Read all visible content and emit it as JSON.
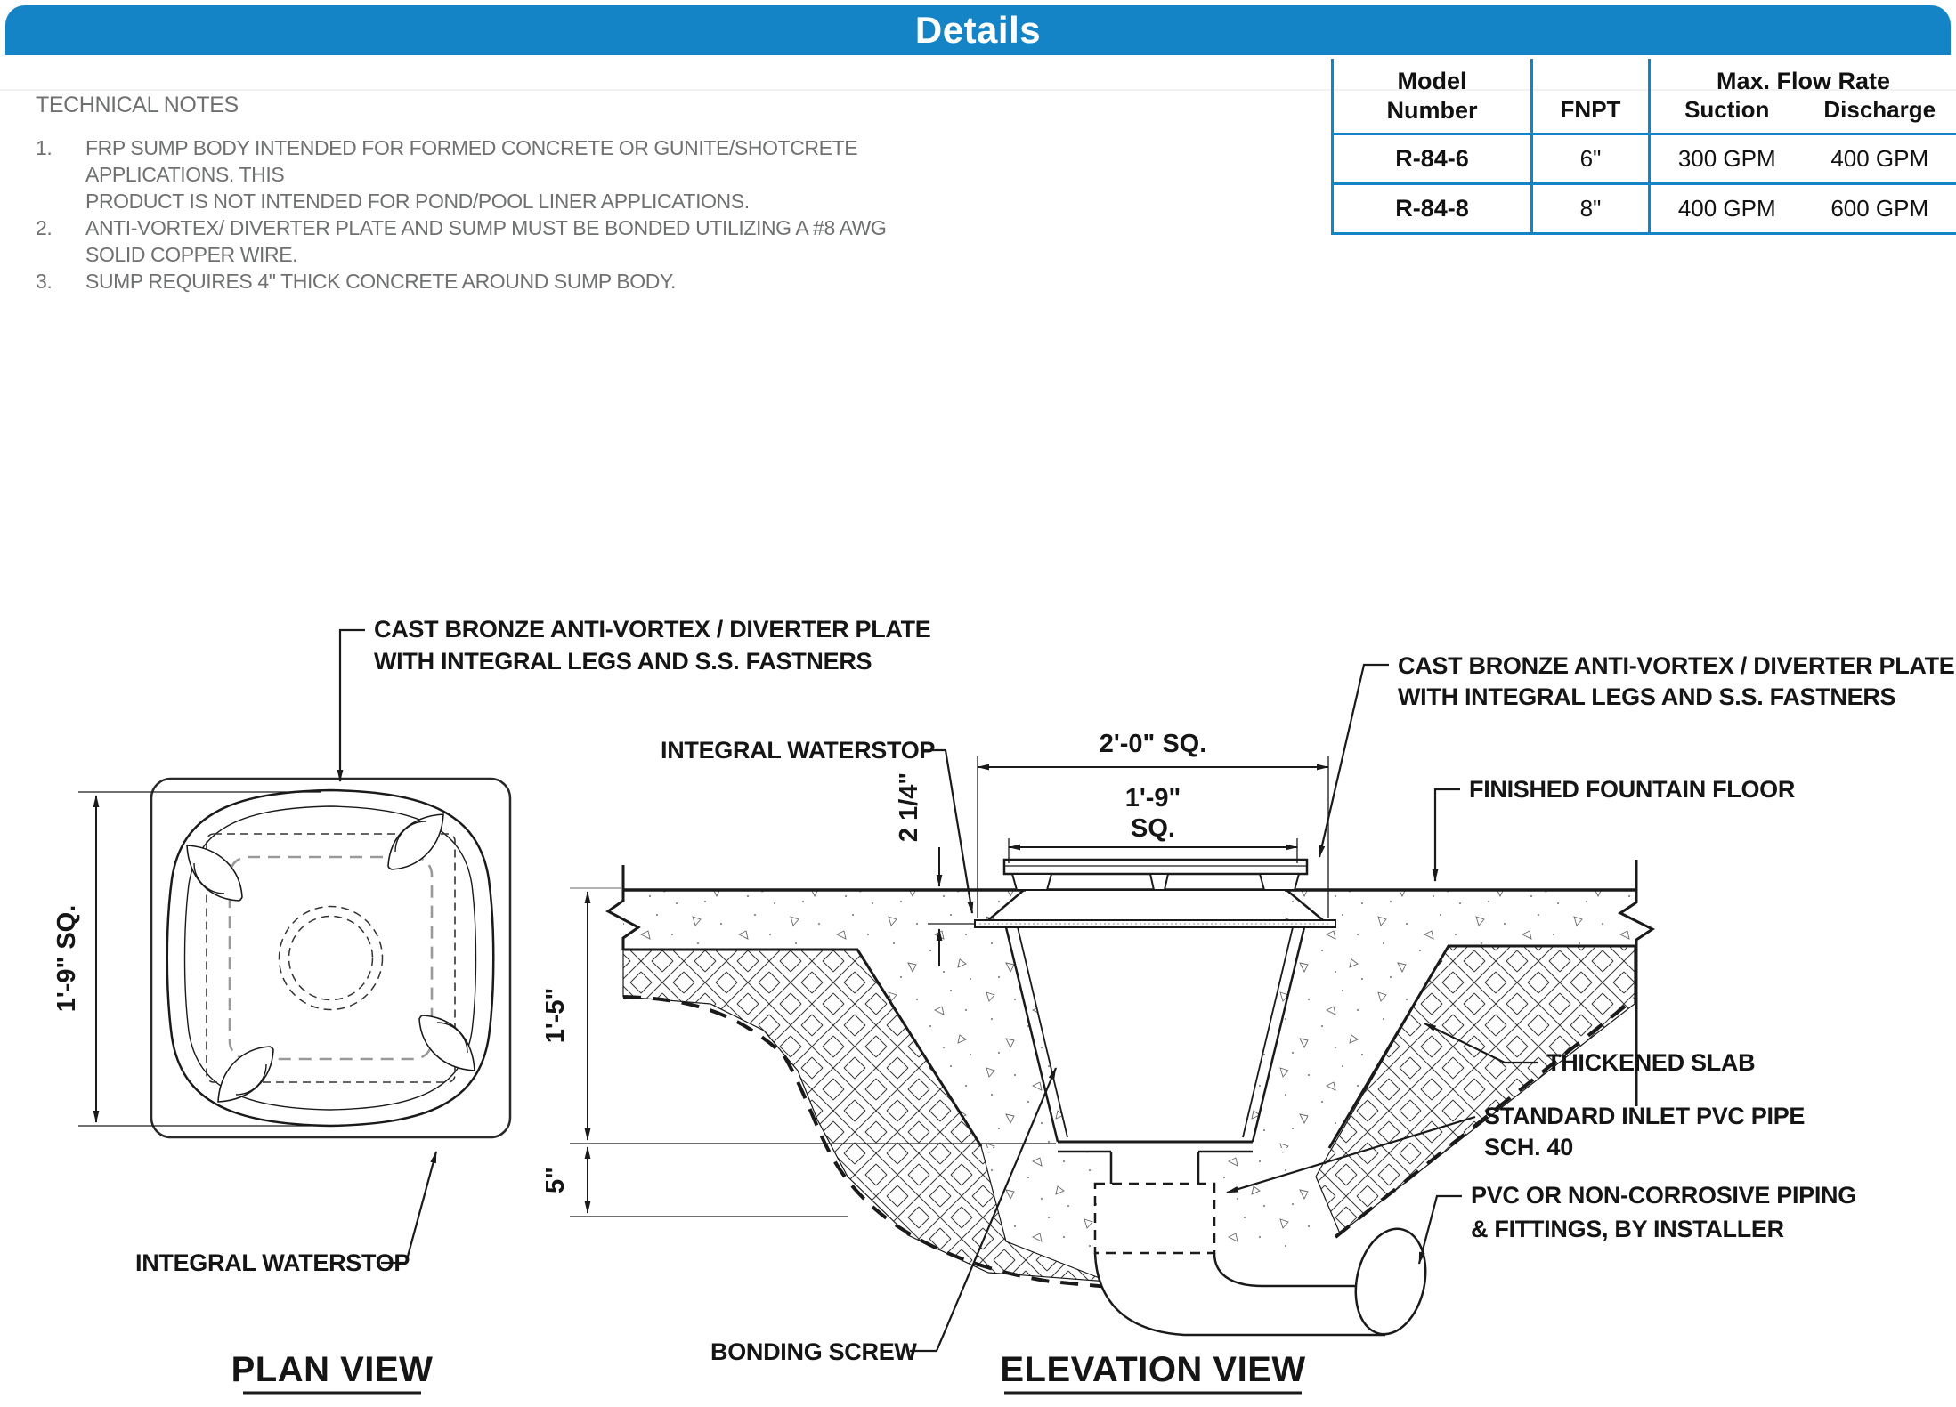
{
  "header": {
    "title": "Details"
  },
  "notes": {
    "heading": "TECHNICAL NOTES",
    "items": [
      {
        "num": "1.",
        "lines": [
          "FRP SUMP BODY INTENDED FOR FORMED CONCRETE OR GUNITE/SHOTCRETE APPLICATIONS. THIS",
          "PRODUCT IS NOT INTENDED FOR POND/POOL LINER APPLICATIONS."
        ]
      },
      {
        "num": "2.",
        "lines": [
          "ANTI-VORTEX/ DIVERTER PLATE AND SUMP MUST BE BONDED UTILIZING A #8 AWG SOLID COPPER WIRE."
        ]
      },
      {
        "num": "3.",
        "lines": [
          "SUMP REQUIRES 4\" THICK CONCRETE AROUND SUMP BODY."
        ]
      }
    ]
  },
  "table": {
    "col_model_l1": "Model",
    "col_model_l2": "Number",
    "col_fnpt": "FNPT",
    "col_flow": "Max. Flow Rate",
    "col_suction": "Suction",
    "col_discharge": "Discharge",
    "rows": [
      {
        "model": "R-84-6",
        "fnpt": "6\"",
        "suction": "300 GPM",
        "discharge": "400 GPM"
      },
      {
        "model": "R-84-8",
        "fnpt": "8\"",
        "suction": "400 GPM",
        "discharge": "600 GPM"
      }
    ]
  },
  "plan": {
    "title": "PLAN VIEW",
    "dim_side": "1'-9\" SQ.",
    "label_plate_1": "CAST BRONZE ANTI-VORTEX / DIVERTER PLATE",
    "label_plate_2": "WITH  INTEGRAL LEGS AND  S.S. FASTNERS",
    "label_waterstop": "INTEGRAL WATERSTOP"
  },
  "elevation": {
    "title": "ELEVATION VIEW",
    "label_waterstop": "INTEGRAL WATERSTOP",
    "label_plate_1": "CAST BRONZE ANTI-VORTEX / DIVERTER PLATE",
    "label_plate_2": "WITH  INTEGRAL LEGS AND  S.S. FASTNERS",
    "label_floor": "FINISHED FOUNTAIN FLOOR",
    "label_slab": "THICKENED SLAB",
    "label_inlet_1": "STANDARD INLET PVC PIPE",
    "label_inlet_2": "SCH. 40",
    "label_pvc_1": "PVC OR NON-CORROSIVE PIPING",
    "label_pvc_2": "& FITTINGS, BY INSTALLER",
    "label_bonding": "BONDING SCREW",
    "dim_top": "2'-0\" SQ.",
    "dim_plate_1": "1'-9\"",
    "dim_plate_2": "SQ.",
    "dim_waterstop": "2 1/4\"",
    "dim_depth": "1'-5\"",
    "dim_base": "5\""
  },
  "colors": {
    "accent": "#1484c6",
    "note_gray": "#6e7170",
    "line": "#1a1a1a"
  }
}
